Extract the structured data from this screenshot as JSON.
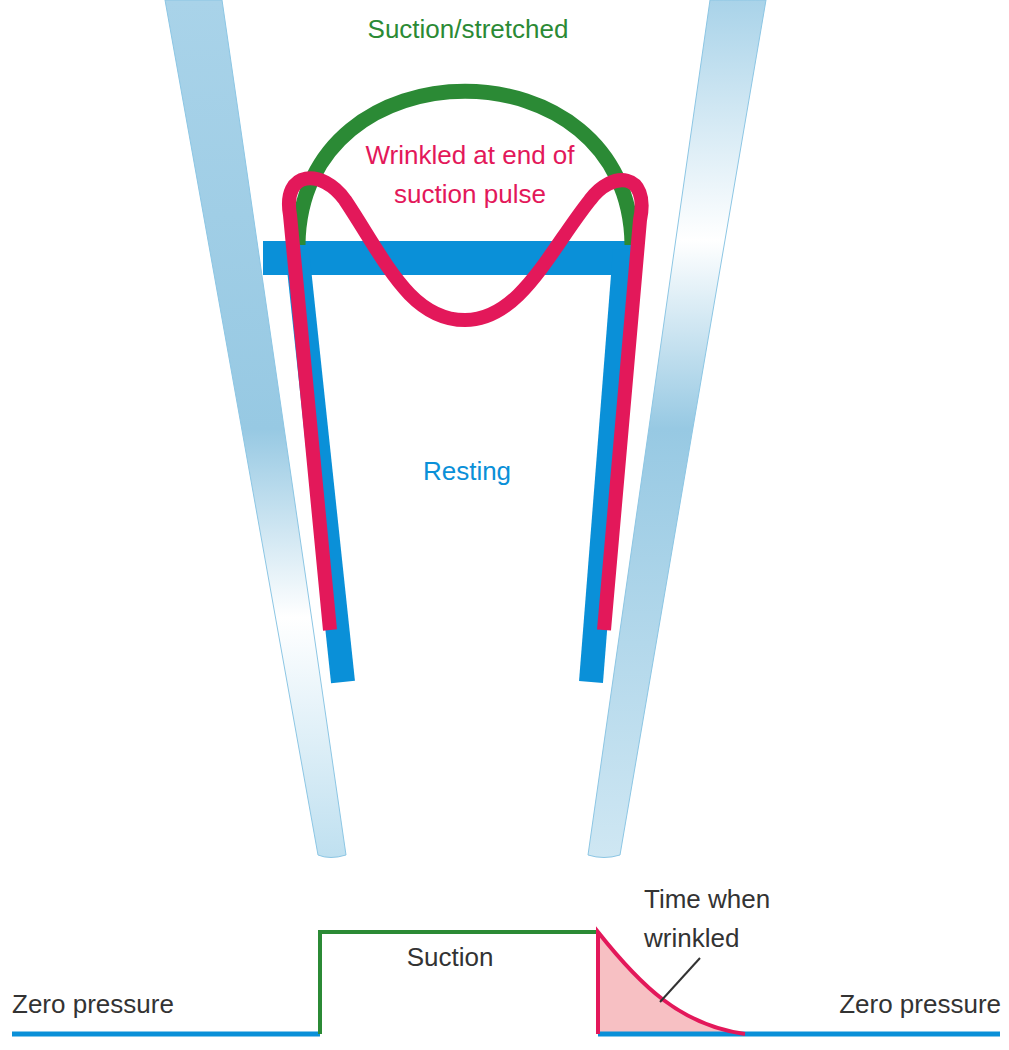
{
  "diagram": {
    "labels": [
      "Suction/stretched",
      "Wrinkled at end of suction pulse",
      "Resting",
      "Suction",
      "Time when wrinkled",
      "Zero pressure",
      "Zero pressure"
    ]
  }
}
